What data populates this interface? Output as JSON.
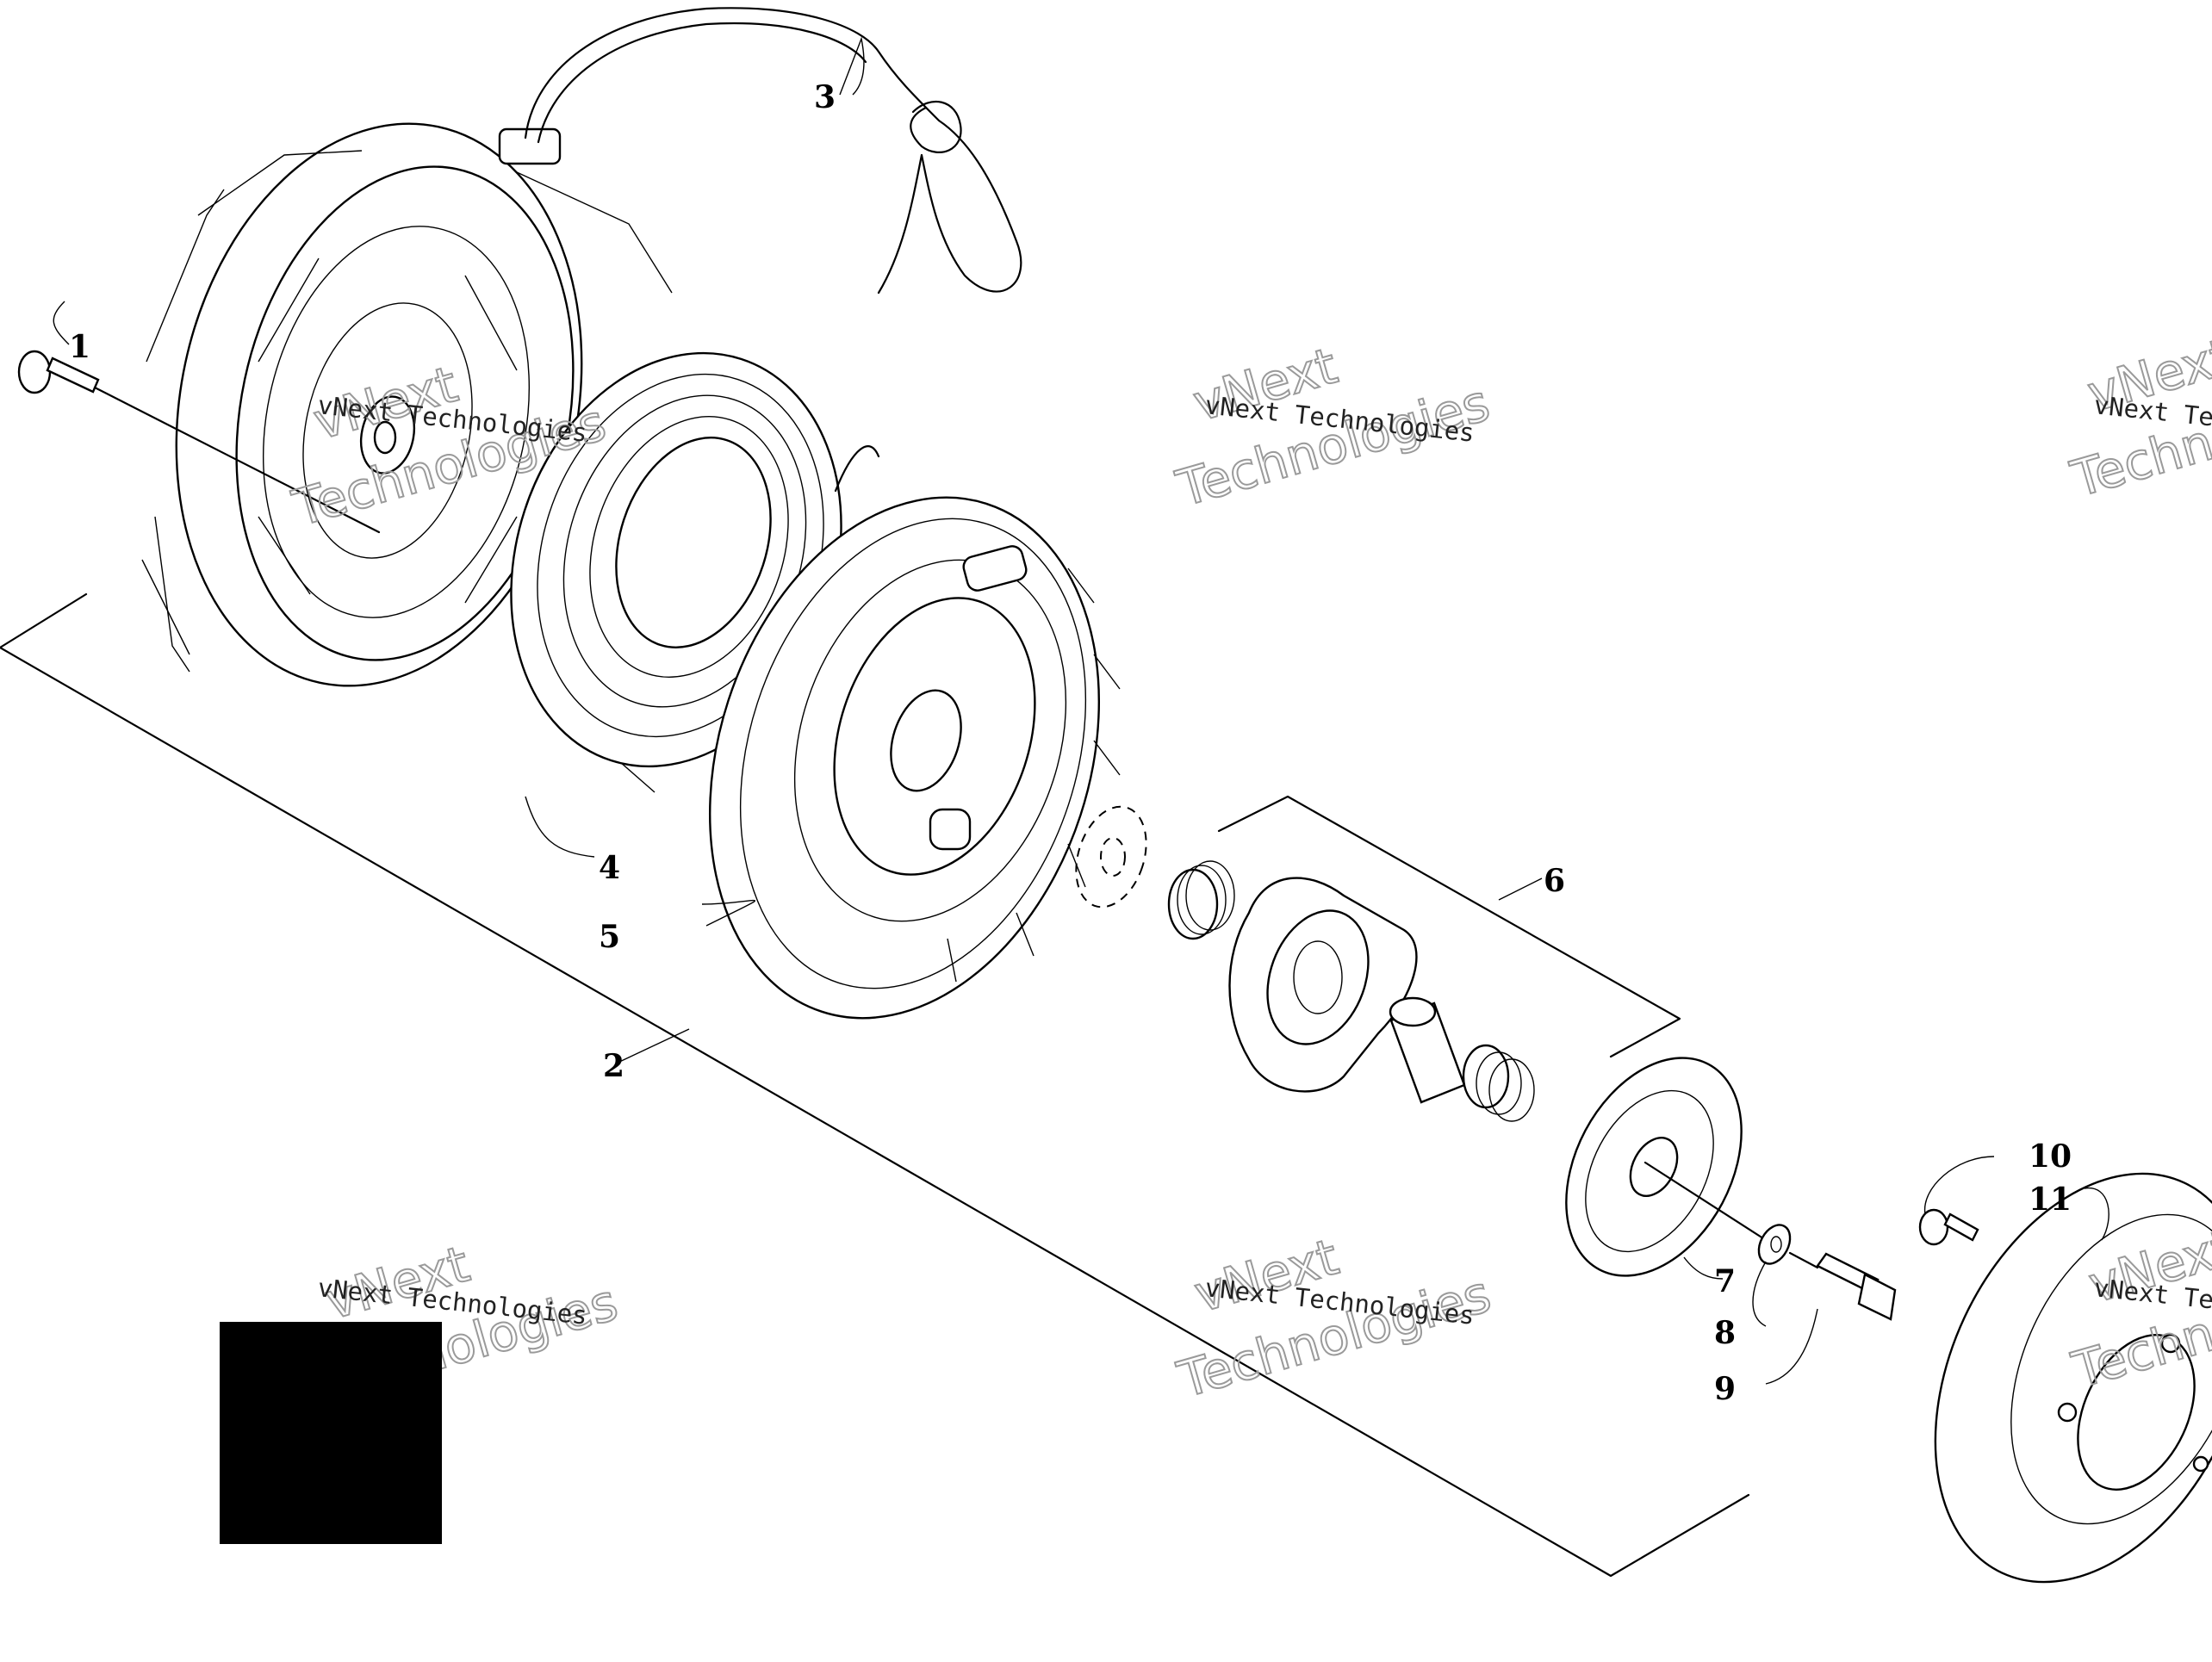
{
  "diagram": {
    "callouts": [
      {
        "id": "1",
        "label": "1"
      },
      {
        "id": "2",
        "label": "2"
      },
      {
        "id": "3",
        "label": "3"
      },
      {
        "id": "4",
        "label": "4"
      },
      {
        "id": "5",
        "label": "5"
      },
      {
        "id": "6",
        "label": "6"
      },
      {
        "id": "7",
        "label": "7"
      },
      {
        "id": "8",
        "label": "8"
      },
      {
        "id": "9",
        "label": "9"
      },
      {
        "id": "10",
        "label": "10"
      },
      {
        "id": "11",
        "label": "11"
      }
    ],
    "parts": [
      {
        "id": "1",
        "icon": "bolt-icon"
      },
      {
        "id": "2",
        "icon": "housing-icon"
      },
      {
        "id": "3",
        "icon": "rope-icon"
      },
      {
        "id": "4",
        "icon": "spring-icon"
      },
      {
        "id": "5",
        "icon": "reel-icon"
      },
      {
        "id": "6",
        "icon": "ratchet-kit-icon"
      },
      {
        "id": "7",
        "icon": "plate-icon"
      },
      {
        "id": "8",
        "icon": "washer-icon"
      },
      {
        "id": "9",
        "icon": "bolt-icon"
      },
      {
        "id": "10",
        "icon": "bolt-icon"
      },
      {
        "id": "11",
        "icon": "cup-icon"
      }
    ]
  },
  "watermark": {
    "small_text": "vNext Technologies",
    "big_line_1": "vNext",
    "big_line_2": "Technologies"
  },
  "colors": {
    "line": "#000000",
    "watermark_outline": "#9a9a9a",
    "redaction_box": "#000000",
    "background": "#ffffff"
  }
}
